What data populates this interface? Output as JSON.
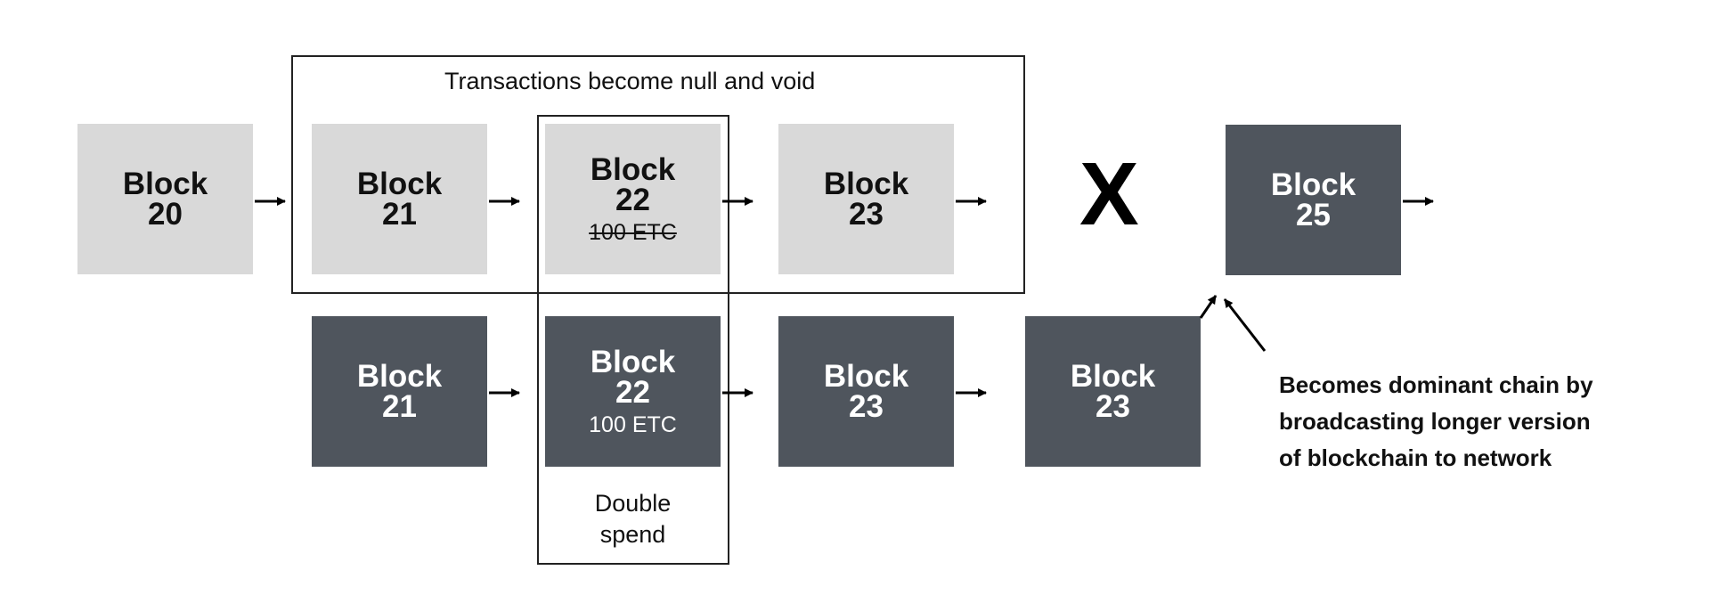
{
  "frame_title": "Transactions become null and void",
  "top_chain": [
    {
      "id": "top-block-20",
      "line1": "Block",
      "line2": "20",
      "amount": "",
      "struck": false
    },
    {
      "id": "top-block-21",
      "line1": "Block",
      "line2": "21",
      "amount": "",
      "struck": false
    },
    {
      "id": "top-block-22",
      "line1": "Block",
      "line2": "22",
      "amount": "100 ETC",
      "struck": true
    },
    {
      "id": "top-block-23",
      "line1": "Block",
      "line2": "23",
      "amount": "",
      "struck": false
    }
  ],
  "x_mark": "X",
  "dominant_block": {
    "line1": "Block",
    "line2": "25"
  },
  "bottom_chain": [
    {
      "id": "bottom-block-21",
      "line1": "Block",
      "line2": "21",
      "amount": ""
    },
    {
      "id": "bottom-block-22",
      "line1": "Block",
      "line2": "22",
      "amount": "100 ETC"
    },
    {
      "id": "bottom-block-23a",
      "line1": "Block",
      "line2": "23",
      "amount": ""
    },
    {
      "id": "bottom-block-23b",
      "line1": "Block",
      "line2": "23",
      "amount": ""
    }
  ],
  "double_spend_caption": {
    "line1": "Double",
    "line2": "spend"
  },
  "note": {
    "line1": "Becomes dominant chain by",
    "line2": "broadcasting longer version",
    "line3": "of blockchain to network"
  }
}
